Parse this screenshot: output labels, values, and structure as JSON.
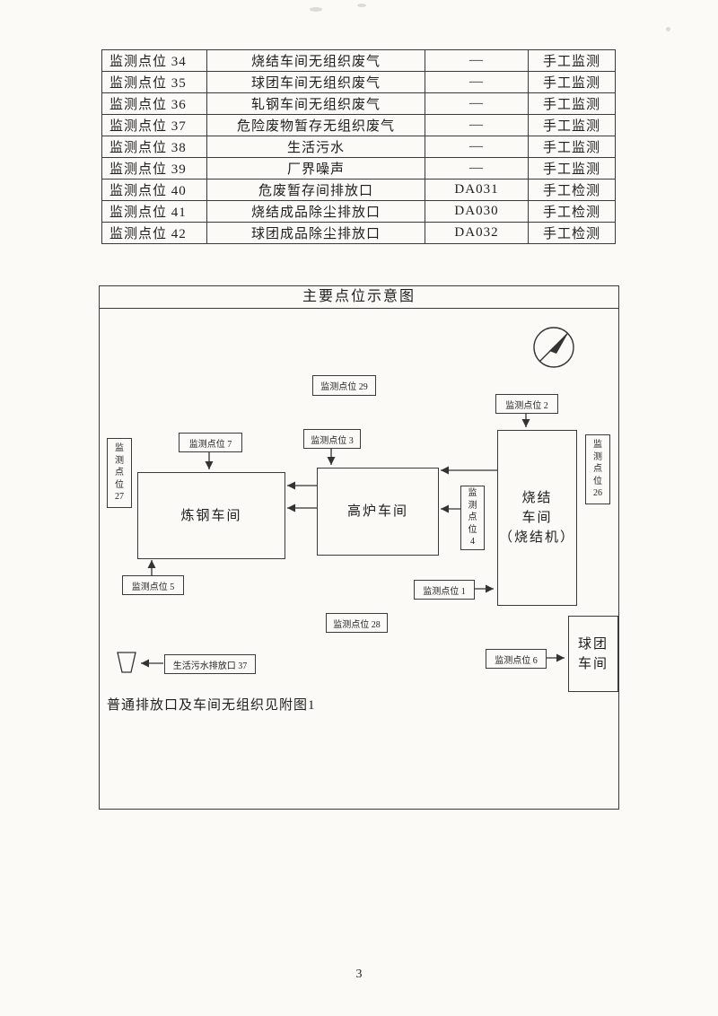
{
  "page_number": "3",
  "table": {
    "rows": [
      [
        "监测点位 34",
        "烧结车间无组织废气",
        "—",
        "手工监测"
      ],
      [
        "监测点位 35",
        "球团车间无组织废气",
        "—",
        "手工监测"
      ],
      [
        "监测点位 36",
        "轧钢车间无组织废气",
        "—",
        "手工监测"
      ],
      [
        "监测点位 37",
        "危险废物暂存无组织废气",
        "—",
        "手工监测"
      ],
      [
        "监测点位 38",
        "生活污水",
        "—",
        "手工监测"
      ],
      [
        "监测点位 39",
        "厂界噪声",
        "—",
        "手工监测"
      ],
      [
        "监测点位 40",
        "危废暂存间排放口",
        "DA031",
        "手工检测"
      ],
      [
        "监测点位 41",
        "烧结成品除尘排放口",
        "DA030",
        "手工检测"
      ],
      [
        "监测点位 42",
        "球团成品除尘排放口",
        "DA032",
        "手工检测"
      ]
    ]
  },
  "diagram": {
    "title": "主要点位示意图",
    "labels": {
      "p29": "监测点位 29",
      "p2": "监测点位 2",
      "p7": "监测点位 7",
      "p3": "监测点位 3",
      "p27": "监\n测\n点\n位\n27",
      "p26": "监\n测\n点\n位\n26",
      "p4": "监\n测\n点\n位\n4",
      "p5": "监测点位 5",
      "p1": "监测点位 1",
      "p28": "监测点位 28",
      "p6": "监测点位 6",
      "outlet37": "生活污水排放口 37"
    },
    "workshops": {
      "steel": "炼钢车间",
      "blast": "高炉车间",
      "sinter": "烧结\n车间\n（烧结机）",
      "pellet": "球团\n车间"
    },
    "note": "普通排放口及车间无组织见附图1"
  }
}
